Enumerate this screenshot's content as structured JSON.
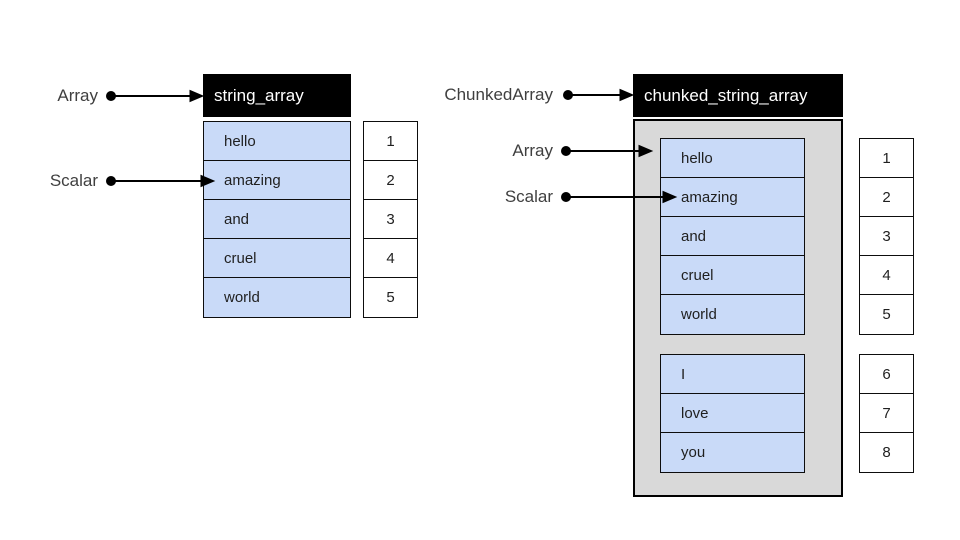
{
  "colors": {
    "cell_fill": "#c9daf8",
    "container_fill": "#d9d9d9",
    "header_bg": "#000000",
    "header_text": "#ffffff",
    "label_text": "#3f3f3f",
    "border": "#0d0d0d"
  },
  "array_diagram": {
    "pointer_labels": [
      "Array",
      "Scalar"
    ],
    "header": "string_array",
    "cells": [
      "hello",
      "amazing",
      "and",
      "cruel",
      "world"
    ],
    "indices": [
      "1",
      "2",
      "3",
      "4",
      "5"
    ]
  },
  "chunked_array_diagram": {
    "pointer_labels": [
      "ChunkedArray",
      "Array",
      "Scalar"
    ],
    "header": "chunked_string_array",
    "chunks": [
      {
        "cells": [
          "hello",
          "amazing",
          "and",
          "cruel",
          "world"
        ],
        "indices": [
          "1",
          "2",
          "3",
          "4",
          "5"
        ]
      },
      {
        "cells": [
          "I",
          "love",
          "you"
        ],
        "indices": [
          "6",
          "7",
          "8"
        ]
      }
    ]
  }
}
